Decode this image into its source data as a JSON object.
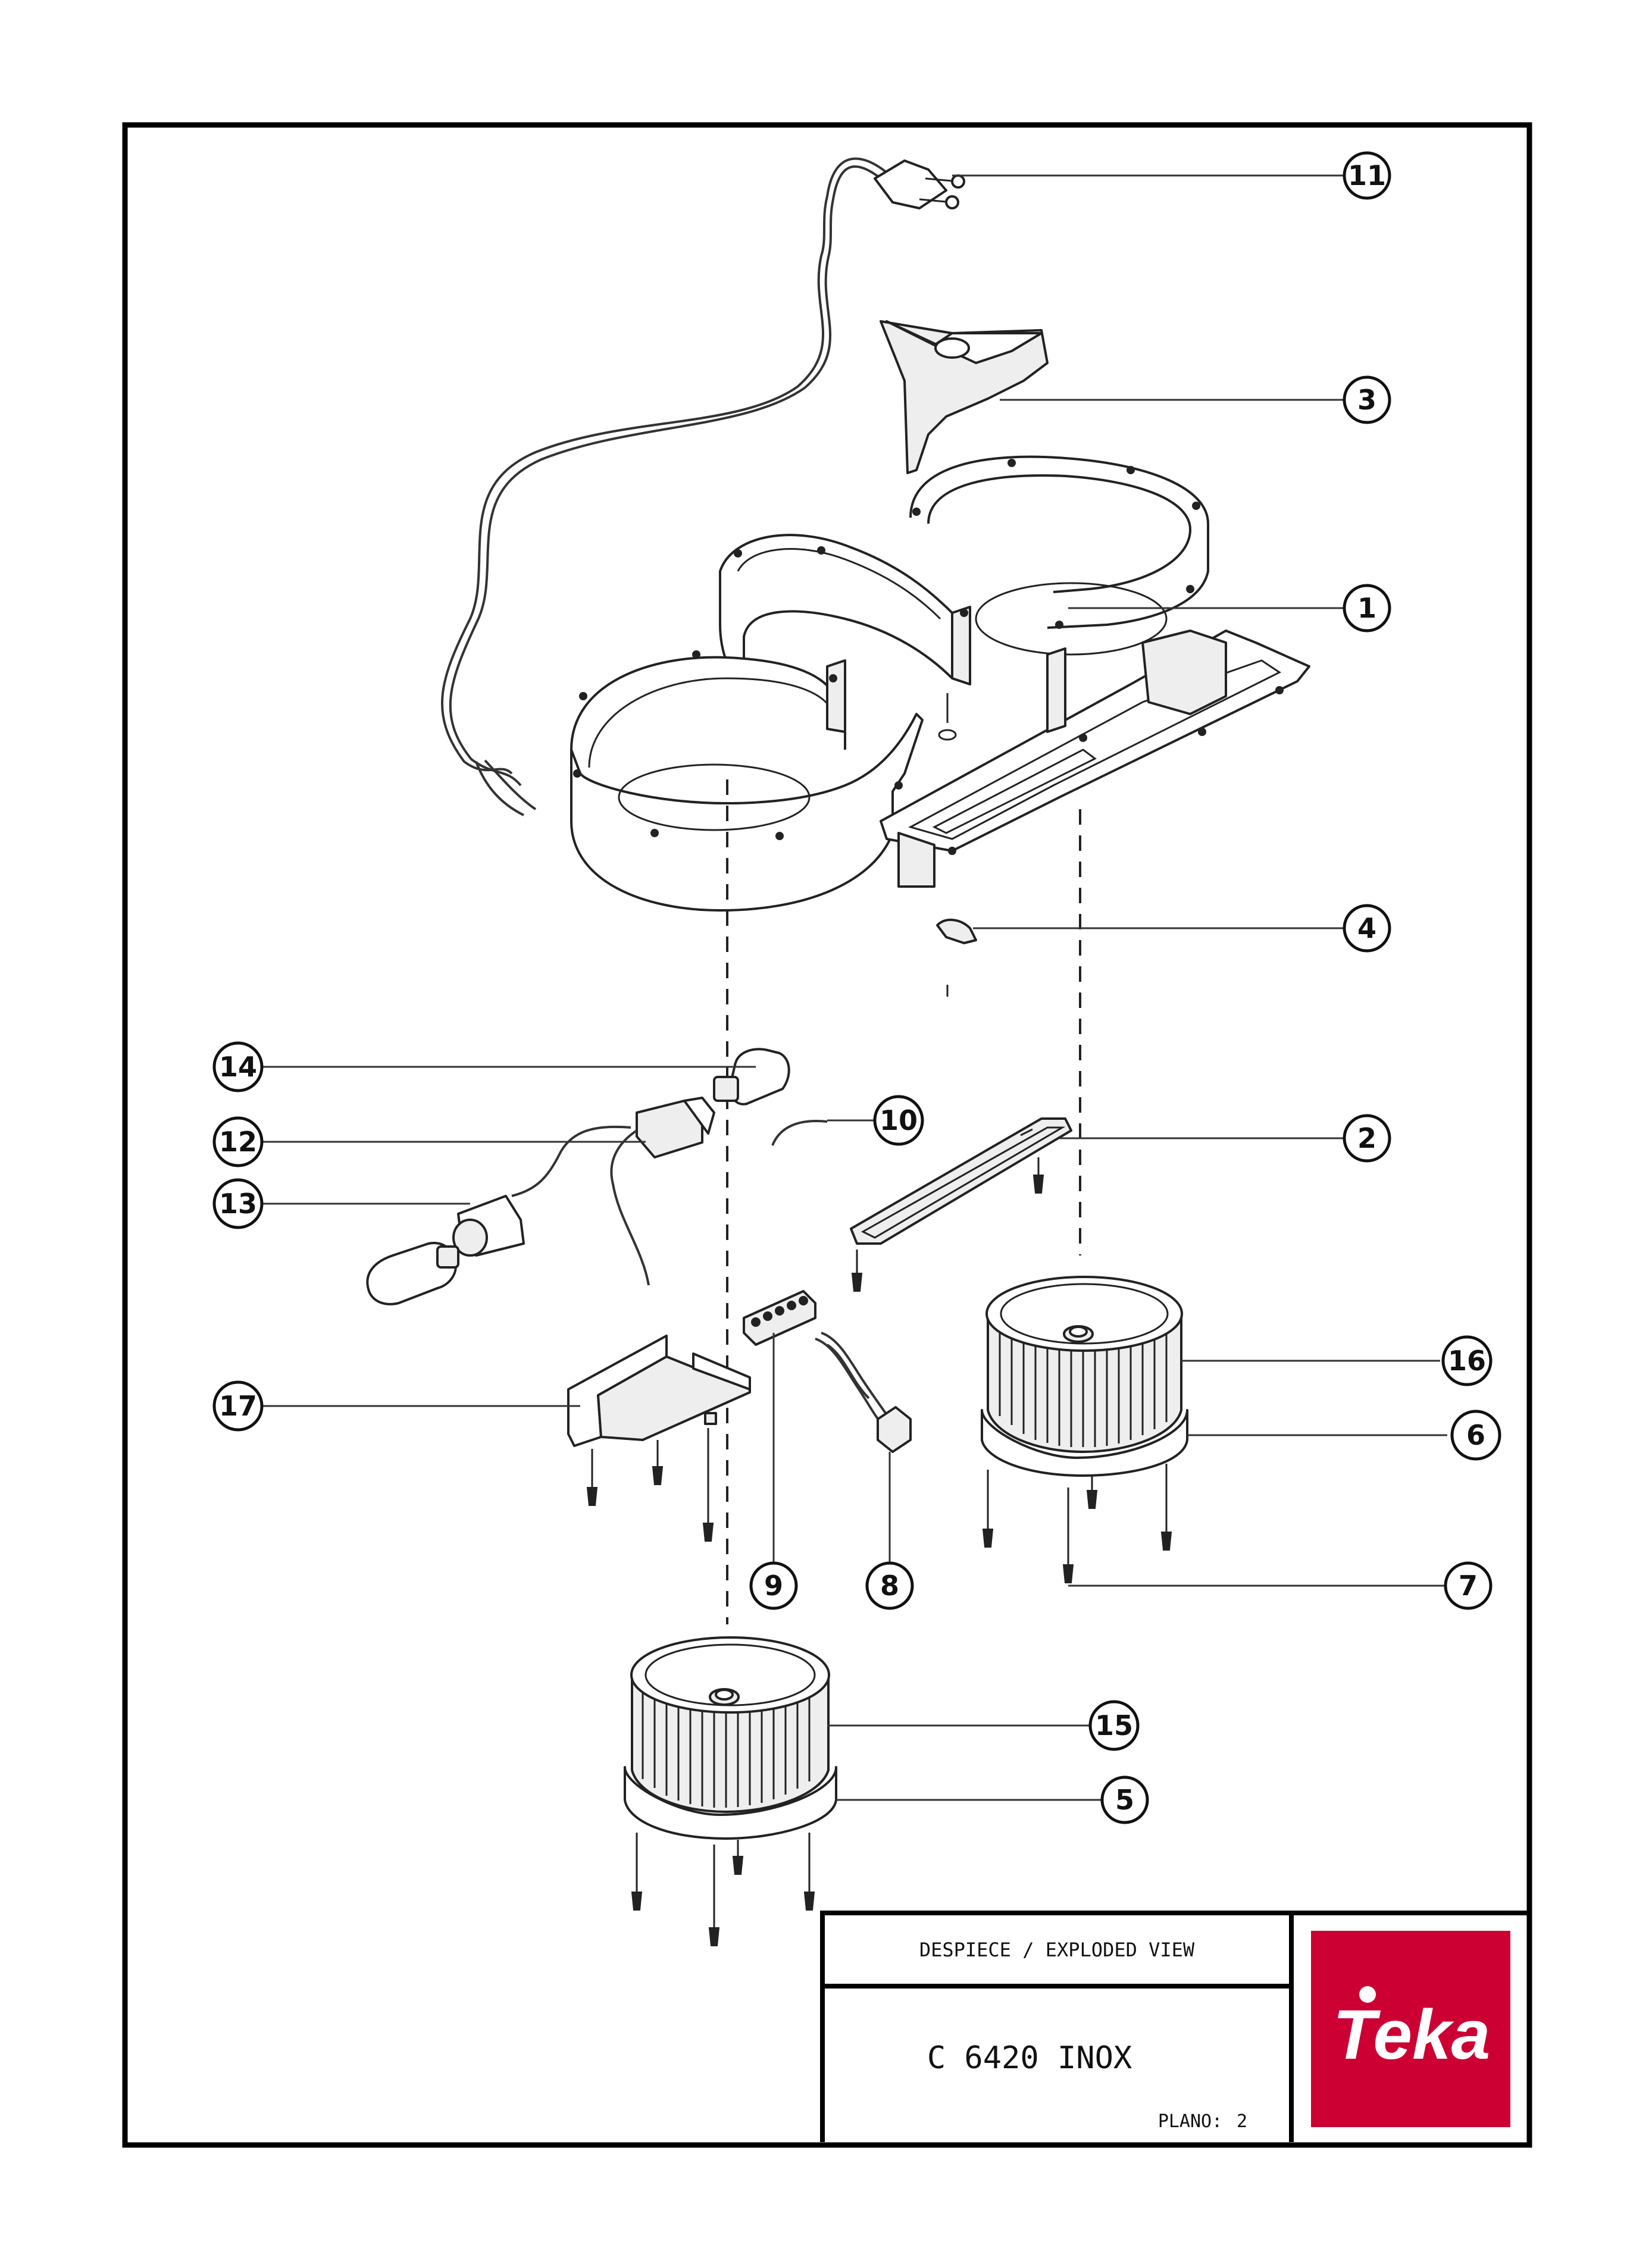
{
  "title_block": {
    "header": "DESPIECE / EXPLODED VIEW",
    "model": "C 6420 INOX",
    "plan_label": "PLANO:",
    "plan_number": "2"
  },
  "brand": {
    "name": "Teka",
    "color": "#cc0033"
  },
  "callouts": [
    "1",
    "2",
    "3",
    "4",
    "5",
    "6",
    "7",
    "8",
    "9",
    "10",
    "11",
    "12",
    "13",
    "14",
    "15",
    "16",
    "17"
  ]
}
